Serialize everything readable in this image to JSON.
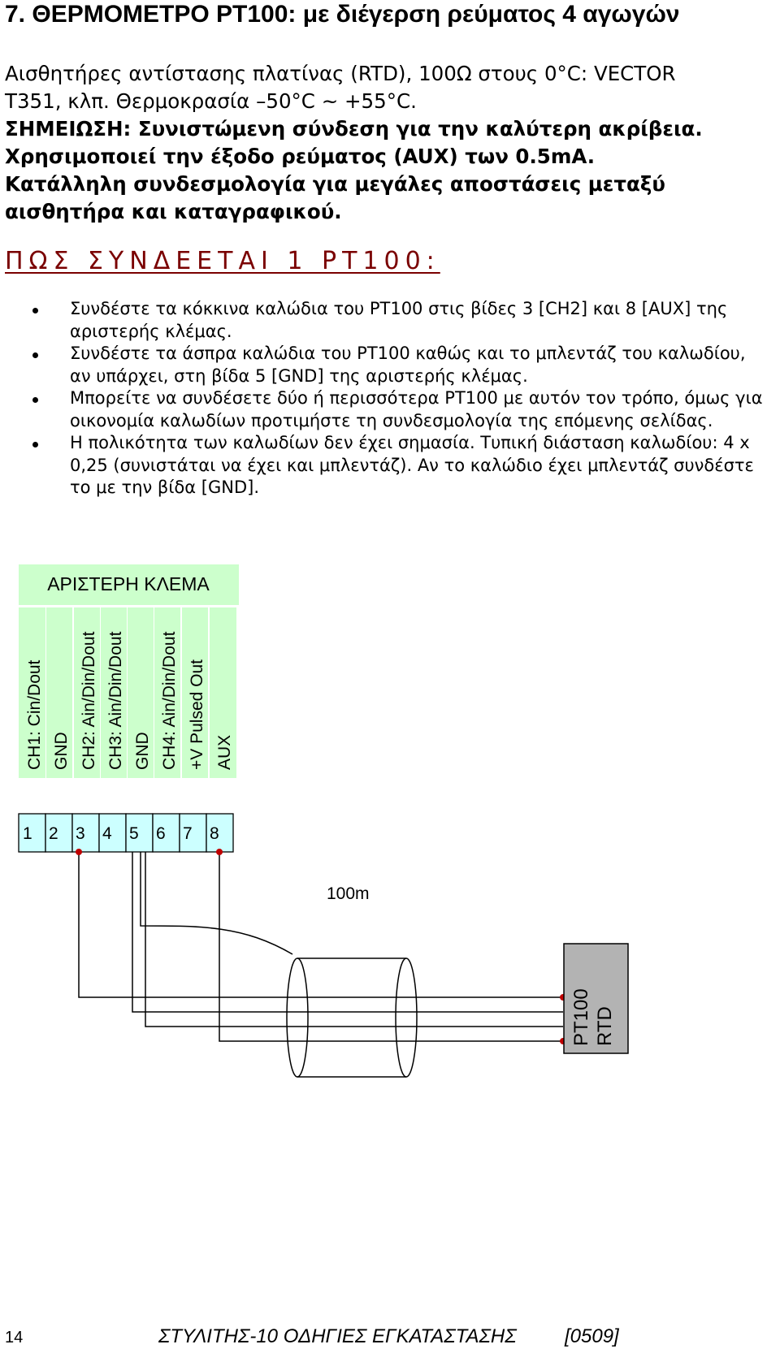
{
  "title": "7. ΘΕΡΜΟΜΕΤΡΟ PT100: με διέγερση ρεύματος 4 αγωγών",
  "intro": {
    "line1": "Αισθητήρες αντίστασης πλατίνας (RTD), 100Ω στους 0°C: VECTOR",
    "line2": "T351, κλπ. Θερμοκρασία –50°C ~ +55°C.",
    "note1": "ΣΗΜΕΙΩΣΗ: Συνιστώμενη σύνδεση για την καλύτερη ακρίβεια.",
    "note2": "Χρησιμοποιεί την έξοδο ρεύματος (AUX) των 0.5mA.",
    "note3": "Κατάλληλη συνδεσμολογία για μεγάλες αποστάσεις μεταξύ",
    "note4": "αισθητήρα και καταγραφικού."
  },
  "howto_heading": "ΠΩΣ ΣΥΝΔΕΕΤΑΙ 1 PT100:",
  "bullets": [
    "Συνδέστε τα κόκκινα καλώδια του PT100 στις βίδες 3 [CH2] και 8 [AUX] της αριστερής κλέμας.",
    "Συνδέστε τα άσπρα καλώδια του PT100 καθώς και το μπλεντάζ του καλωδίου, αν υπάρχει, στη βίδα 5 [GND] της αριστερής κλέμας.",
    "Μπορείτε να συνδέσετε δύο ή περισσότερα PT100 με αυτόν τον τρόπο, όμως για οικονομία καλωδίων προτιμήστε τη συνδεσμολογία της επόμενης σελίδας.",
    "Η πολικότητα των καλωδίων δεν έχει σημασία. Τυπική διάσταση καλωδίου: 4 x 0,25 (συνιστάται να έχει και μπλεντάζ). Αν το καλώδιο έχει μπλεντάζ συνδέστε το με την βίδα [GND]."
  ],
  "diagram": {
    "terminal_header": "ΑΡΙΣΤΕΡΗ ΚΛΕΜΑ",
    "pin_labels": [
      "CH1: Cin/Dout",
      "GND",
      "CH2: Ain/Din/Dout",
      "CH3: Ain/Din/Dout",
      "GND",
      "CH4: Ain/Din/Dout",
      "+V Pulsed Out",
      "AUX"
    ],
    "pin_numbers": [
      "1",
      "2",
      "3",
      "4",
      "5",
      "6",
      "7",
      "8"
    ],
    "distance_label": "100m",
    "sensor_line1": "PT100",
    "sensor_line2": "RTD",
    "colors": {
      "terminal_green": "#ccffcc",
      "terminal_cyan": "#ccffff",
      "wire_red": "#c00000",
      "sensor_gray": "#b3b3b3"
    }
  },
  "footer": {
    "page_number": "14",
    "doc_title": "ΣΤΥΛΙΤΗΣ-10 ΟΔΗΓΙΕΣ ΕΓΚΑΤΑΣΤΑΣΗΣ",
    "doc_code": "[0509]"
  }
}
